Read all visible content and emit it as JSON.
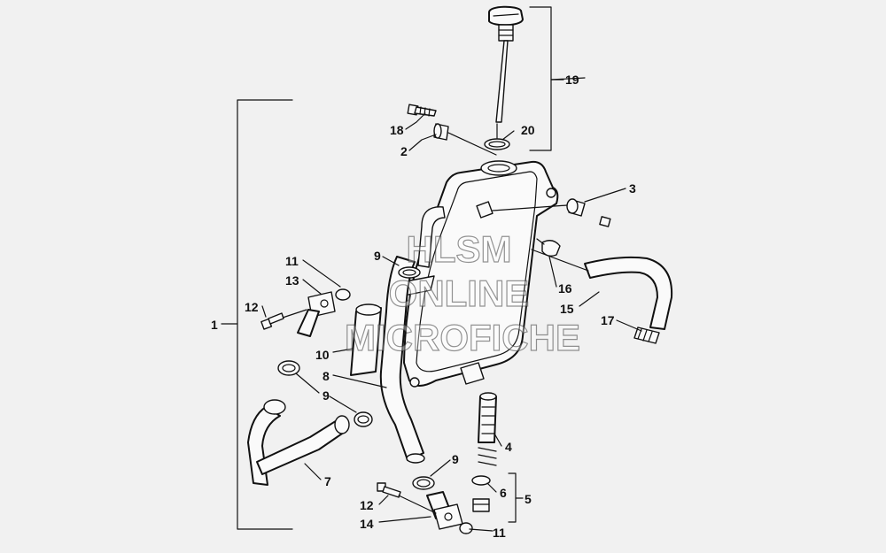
{
  "watermark": {
    "line1": "HLSM",
    "line2": "ONLINE",
    "line3": "MICROFICHE"
  },
  "callouts": {
    "c1": "1",
    "c2": "2",
    "c3": "3",
    "c4": "4",
    "c5": "5",
    "c6": "6",
    "c7": "7",
    "c8": "8",
    "c9a": "9",
    "c9b": "9",
    "c9c": "9",
    "c10": "10",
    "c11a": "11",
    "c11b": "11",
    "c12a": "12",
    "c12b": "12",
    "c13": "13",
    "c14": "14",
    "c15": "15",
    "c16": "16",
    "c17": "17",
    "c18": "18",
    "c19": "19",
    "c20": "20"
  },
  "colors": {
    "background": "#f1f1f1",
    "linework": "#111111"
  }
}
